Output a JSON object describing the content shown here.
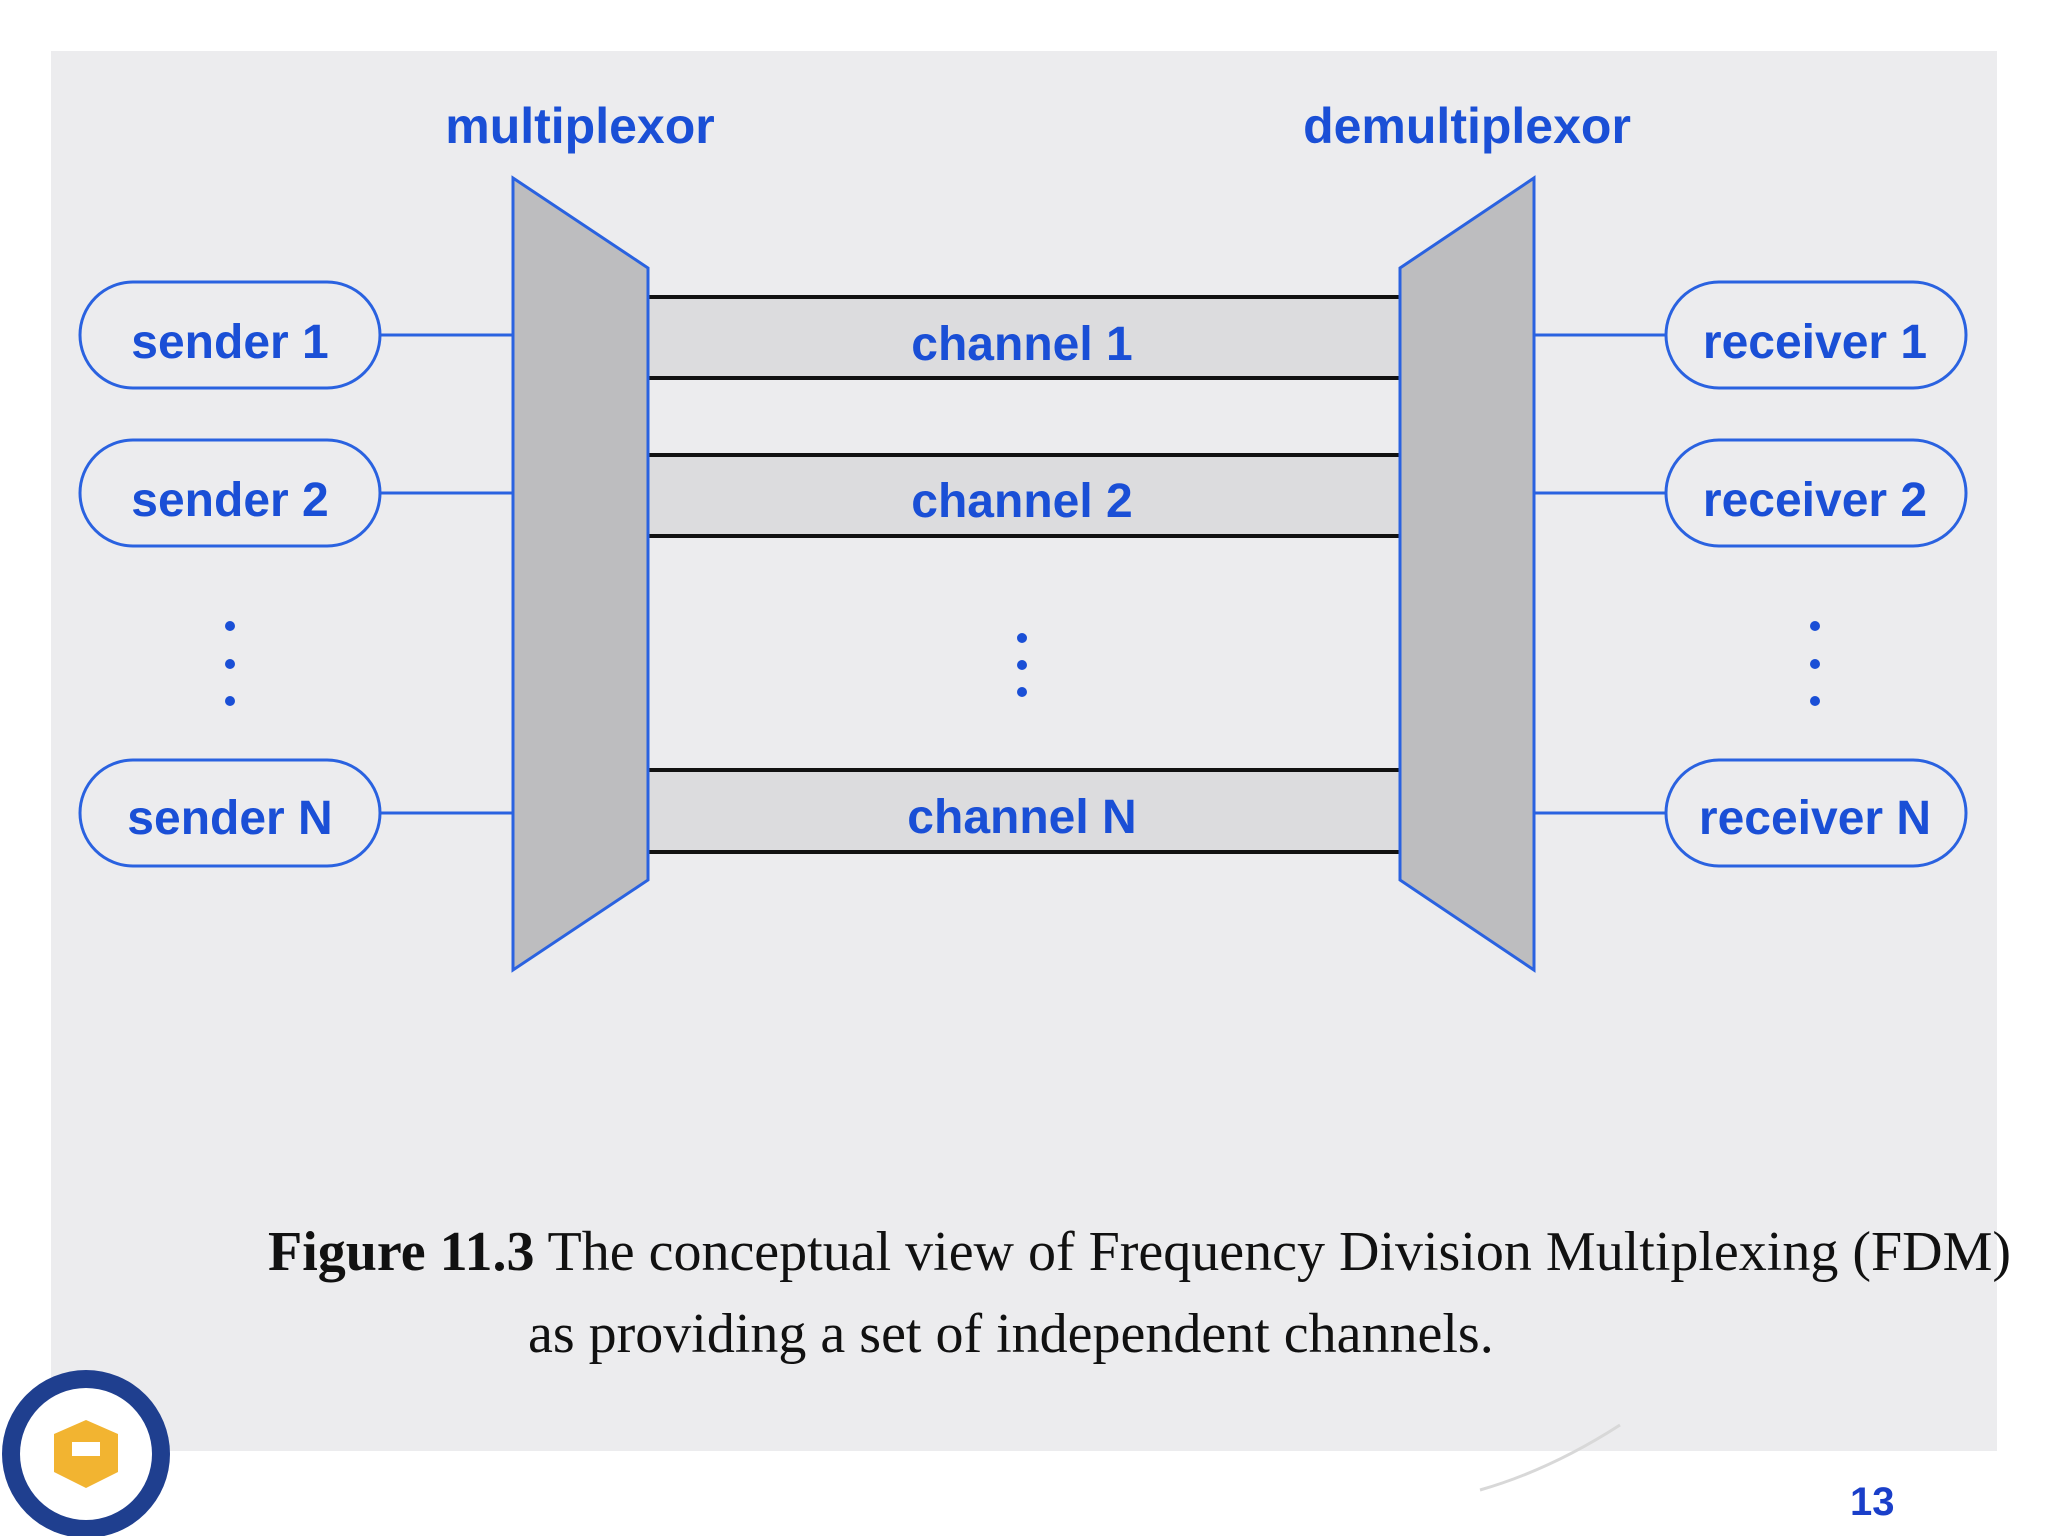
{
  "diagram": {
    "multiplexor_label": "multiplexor",
    "demultiplexor_label": "demultiplexor",
    "senders": [
      "sender 1",
      "sender 2",
      "sender N"
    ],
    "receivers": [
      "receiver 1",
      "receiver 2",
      "receiver N"
    ],
    "channels": [
      "channel 1",
      "channel 2",
      "channel N"
    ]
  },
  "caption": {
    "figure_number": "Figure 11.3",
    "line1_text": "The conceptual view of Frequency Division Multiplexing (FDM)",
    "line2_text": "as providing a set of independent channels."
  },
  "page_number": "13",
  "colors": {
    "label_blue": "#1a4fd6",
    "outline_blue": "#2a62e0",
    "mux_fill": "#bdbdbf",
    "panel_background": "#ececee",
    "channel_fill": "#dcdcde"
  }
}
